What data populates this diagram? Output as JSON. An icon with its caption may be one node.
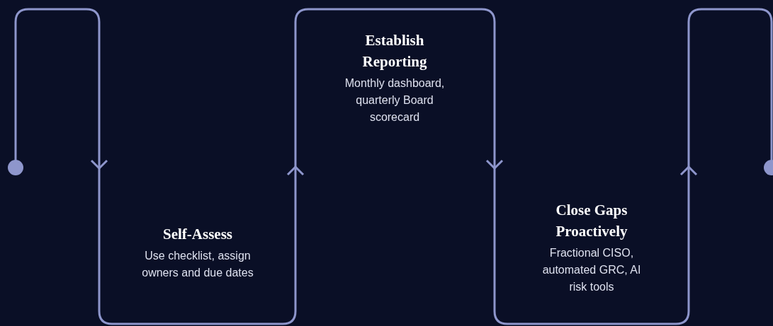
{
  "diagram": {
    "nodes": [
      {
        "text": [
          "Self-Assess",
          "Use checklist, assign owners and due dates"
        ]
      },
      {
        "text": [
          "Establish Reporting",
          "Monthly dashboard, quarterly Board scorecard"
        ]
      },
      {
        "text": [
          "Close Gaps Proactively",
          "Fractional CISO, automated GRC, AI risk tools"
        ]
      }
    ]
  }
}
